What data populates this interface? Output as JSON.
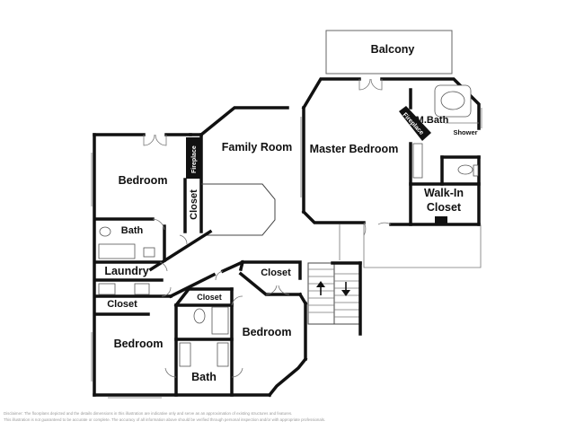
{
  "rooms": {
    "balcony": "Balcony",
    "master_bath": "M.Bath",
    "shower": "Shower",
    "fireplace_master": "Fireplace",
    "fireplace_family": "Fireplace",
    "family_room": "Family Room",
    "master_bedroom": "Master Bedroom",
    "bedroom_left": "Bedroom",
    "closet_family": "Closet",
    "walk_in_closet_line1": "Walk-In",
    "walk_in_closet_line2": "Closet",
    "bath_left": "Bath",
    "laundry": "Laundry",
    "closet_left": "Closet",
    "closet_center": "Closet",
    "closet_small": "Closet",
    "bedroom_bottom_left": "Bedroom",
    "bedroom_bottom_center": "Bedroom",
    "bath_bottom": "Bath"
  },
  "disclaimer": {
    "line1": "Disclaimer: The floorplans depicted and the details dimensions in this illustration are indicative only and serve as an approximation of existing structures and features.",
    "line2": "This illustration is not guaranteed to be accurate or complete. The accuracy of all information above should be verified through personal inspection and/or with appropriate professionals."
  },
  "icons": [
    "stair-up-arrow-icon",
    "stair-down-arrow-icon"
  ]
}
